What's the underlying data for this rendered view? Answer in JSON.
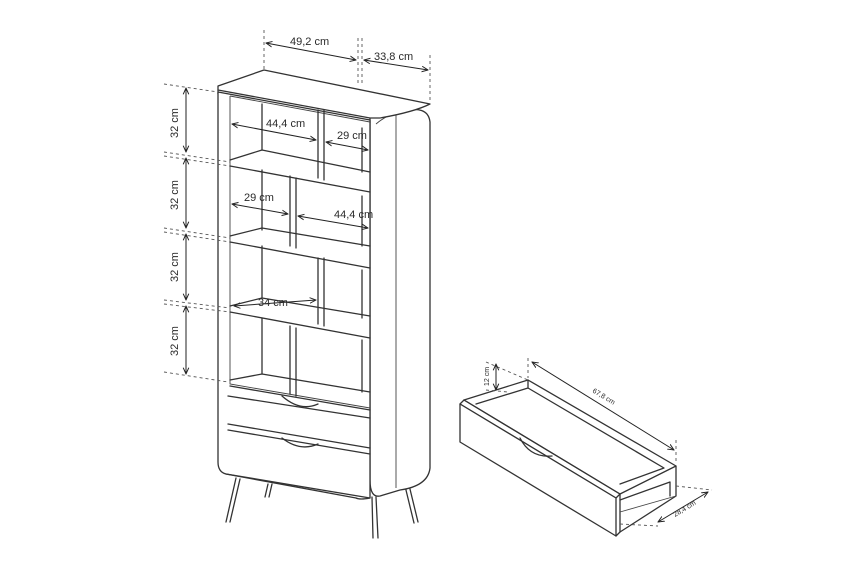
{
  "bookcase": {
    "width_label": "49,2 cm",
    "depth_label": "33,8 cm",
    "heights": [
      "32 cm",
      "32 cm",
      "32 cm",
      "32 cm"
    ],
    "shelf1_left": "44,4 cm",
    "shelf1_right": "29 cm",
    "shelf2_left": "29 cm",
    "shelf2_right": "44,4 cm",
    "shelf3": "34 cm"
  },
  "drawer": {
    "height_label": "12 cm",
    "length_label": "67,8 cm",
    "depth_label": "28,4 cm"
  }
}
